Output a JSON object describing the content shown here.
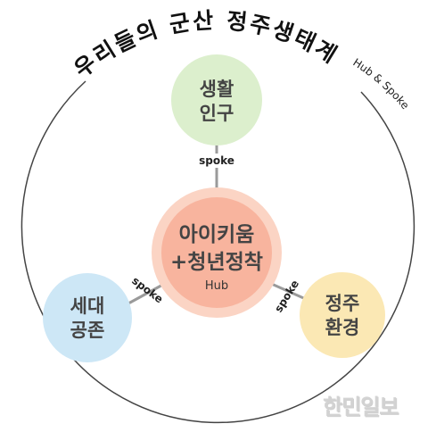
{
  "diagram": {
    "title": "우리들의 군산 정주생태계",
    "subtitle": "Hub & Spoke",
    "hub": {
      "line1": "아이키움",
      "line2": "+청년정착",
      "sub": "Hub"
    },
    "nodes": [
      {
        "line1": "생활",
        "line2": "인구"
      },
      {
        "line1": "세대",
        "line2": "공존"
      },
      {
        "line1": "정주",
        "line2": "환경"
      }
    ],
    "spoke_label": "spoke",
    "colors": {
      "hub_outer": "#fbd4c4",
      "hub_inner": "#f8b49e",
      "top": "#dcefcd",
      "left": "#cde7f6",
      "right": "#fbe8b4",
      "ring": "#444444",
      "connector": "#9a9a9a"
    }
  },
  "watermark": "한민일보"
}
